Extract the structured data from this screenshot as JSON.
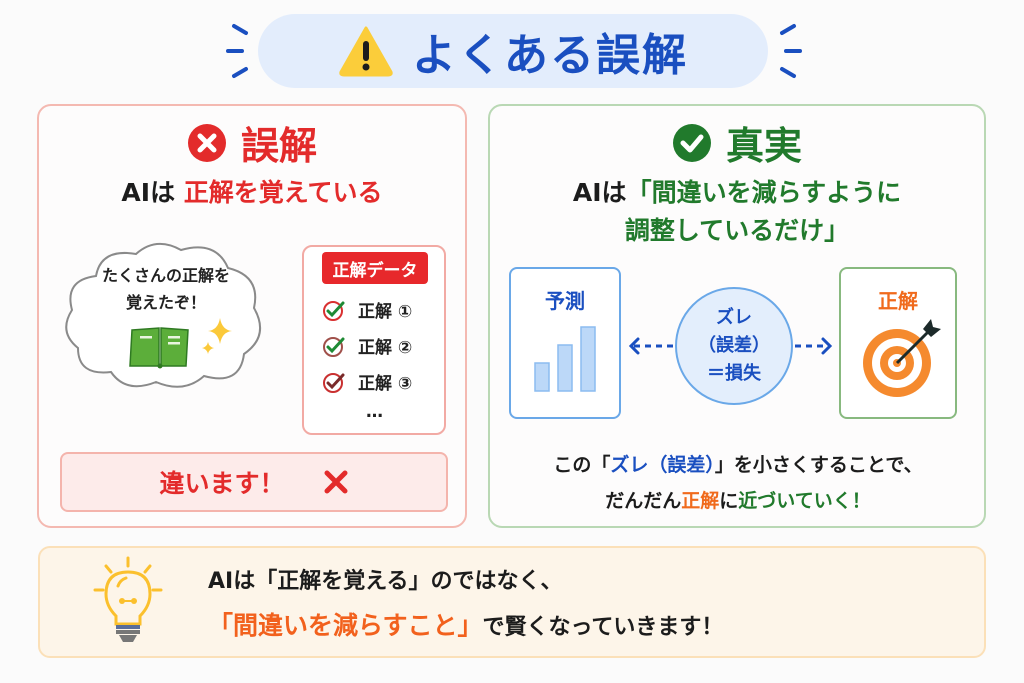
{
  "title": {
    "icon": "warning-triangle-icon",
    "text": "よくある誤解",
    "accent_color": "#1a4fc0"
  },
  "misconception": {
    "icon": "x-circle-icon",
    "heading": "誤解",
    "statement_prefix": "AIは",
    "statement_highlight": "正解を覚えている",
    "thought_bubble": {
      "line1": "たくさんの正解を",
      "line2": "覚えたぞ！",
      "icons": [
        "open-book-icon",
        "sparkle-icon"
      ]
    },
    "data_card": {
      "tag": "正解データ",
      "items": [
        "正解 ①",
        "正解 ②",
        "正解 ③"
      ],
      "more": "…"
    },
    "verdict": "違います！",
    "verdict_icon": "x-mark-icon",
    "color": "#e32b2b"
  },
  "truth": {
    "icon": "check-circle-icon",
    "heading": "真実",
    "statement_prefix": "AIは",
    "statement_line1": "「間違いを減らすように",
    "statement_line2": "調整しているだけ」",
    "prediction_box": {
      "label": "予測",
      "icon": "bar-chart-icon"
    },
    "error_circle": {
      "line1": "ズレ",
      "line2": "（誤差）",
      "line3": "＝損失"
    },
    "answer_box": {
      "label": "正解",
      "icon": "target-dart-icon"
    },
    "explanation": {
      "line1_pre": "この「",
      "line1_highlight": "ズレ（誤差）",
      "line1_post": "」を小さくすることで、",
      "line2_pre": "だんだん",
      "line2_orange": "正解",
      "line2_mid": "に",
      "line2_green": "近づいていく！"
    },
    "color": "#217a2c"
  },
  "conclusion": {
    "icon": "lightbulb-icon",
    "line1": "AIは「正解を覚える」のではなく、",
    "line2_highlight": "「間違いを減らすこと」",
    "line2_rest": "で賢くなっていきます！"
  }
}
